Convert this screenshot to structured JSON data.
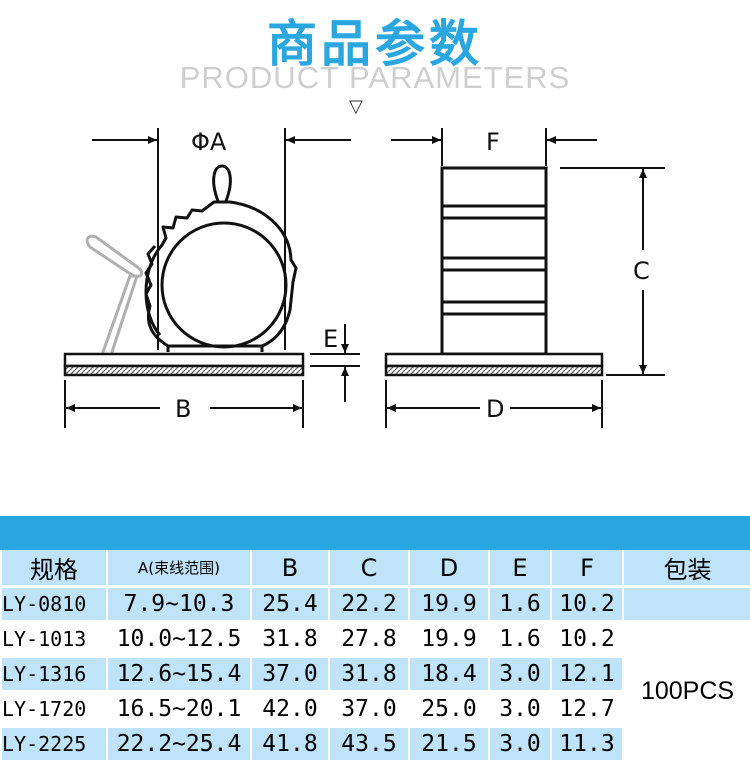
{
  "header": {
    "title": "商品参数",
    "subtitle": "PRODUCT PARAMETERS",
    "marker": "▽"
  },
  "diagram": {
    "labels": {
      "phiA": "ΦA",
      "B": "B",
      "C": "C",
      "D": "D",
      "E": "E",
      "F": "F"
    }
  },
  "table": {
    "headers": [
      "规格",
      "A(束线范围)",
      "B",
      "C",
      "D",
      "E",
      "F",
      "包装"
    ],
    "rows": [
      [
        "LY-0810",
        "7.9~10.3",
        "25.4",
        "22.2",
        "19.9",
        "1.6",
        "10.2"
      ],
      [
        "LY-1013",
        "10.0~12.5",
        "31.8",
        "27.8",
        "19.9",
        "1.6",
        "10.2"
      ],
      [
        "LY-1316",
        "12.6~15.4",
        "37.0",
        "31.8",
        "18.4",
        "3.0",
        "12.1"
      ],
      [
        "LY-1720",
        "16.5~20.1",
        "42.0",
        "37.0",
        "25.0",
        "3.0",
        "12.7"
      ],
      [
        "LY-2225",
        "22.2~25.4",
        "41.8",
        "43.5",
        "21.5",
        "3.0",
        "11.3"
      ]
    ],
    "packaging": "100PCS"
  },
  "colors": {
    "accent": "#2aa7e0",
    "row_tint": "#bfe3f8"
  }
}
